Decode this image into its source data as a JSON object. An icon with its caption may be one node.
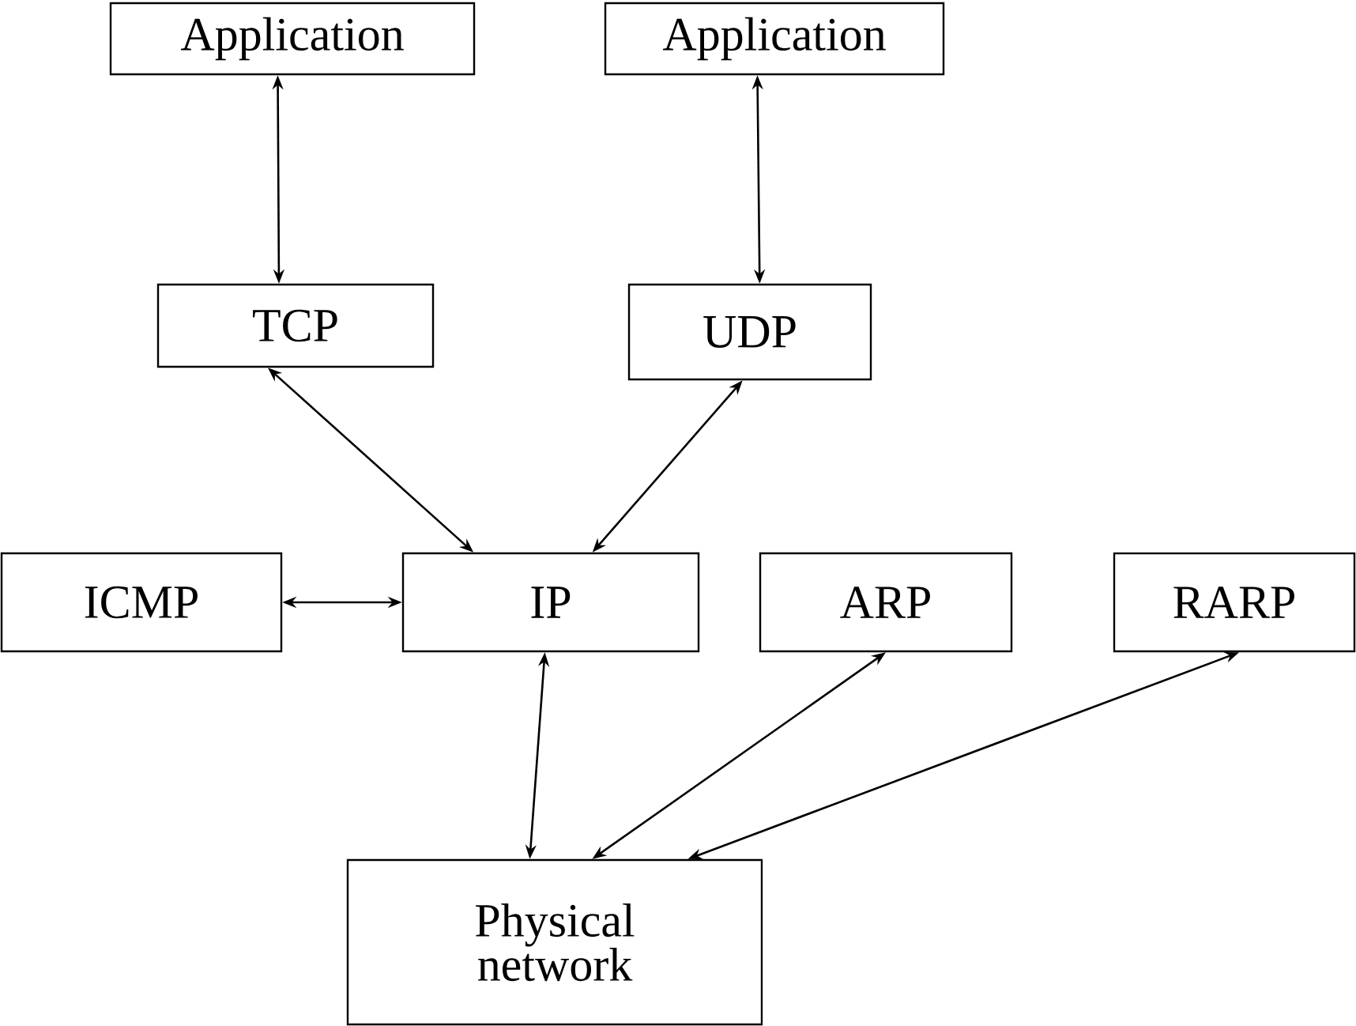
{
  "diagram": {
    "nodes": [
      {
        "text": [
          "Application"
        ]
      },
      {
        "text": [
          "Application"
        ]
      },
      {
        "text": [
          "TCP"
        ]
      },
      {
        "text": [
          "UDP"
        ]
      },
      {
        "text": [
          "ICMP"
        ]
      },
      {
        "text": [
          "IP"
        ]
      },
      {
        "text": [
          "ARP"
        ]
      },
      {
        "text": [
          "RARP"
        ]
      },
      {
        "text": [
          "Physical network"
        ]
      }
    ],
    "edges": [
      {
        "from": 0,
        "to": 2,
        "arrow": "both"
      },
      {
        "from": 1,
        "to": 3,
        "arrow": "both"
      },
      {
        "from": 2,
        "to": 5,
        "arrow": "both"
      },
      {
        "from": 3,
        "to": 5,
        "arrow": "both"
      },
      {
        "from": 4,
        "to": 5,
        "arrow": "both"
      },
      {
        "from": 5,
        "to": 8,
        "arrow": "both"
      },
      {
        "from": 6,
        "to": 8,
        "arrow": "both"
      },
      {
        "from": 7,
        "to": 8,
        "arrow": "both"
      }
    ]
  }
}
